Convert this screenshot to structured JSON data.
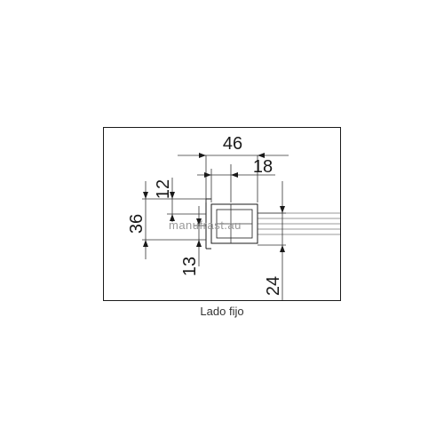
{
  "dimensions": {
    "width_total": "46",
    "width_part": "18",
    "height_top": "12",
    "height_total": "36",
    "height_bottom": "13",
    "height_right": "24"
  },
  "watermark": "manufrast.au",
  "caption": "Lado fijo"
}
